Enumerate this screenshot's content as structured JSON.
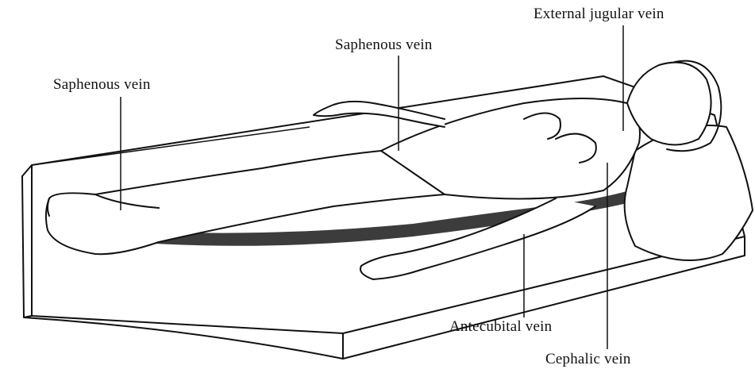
{
  "labels": {
    "external_jugular": "External jugular vein",
    "saphenous_mid": "Saphenous vein",
    "saphenous_left": "Saphenous vein",
    "antecubital": "Antecubital vein",
    "cephalic": "Cephalic vein"
  },
  "colors": {
    "ink": "#111111",
    "shadow": "#1a1a1a",
    "paper": "#ffffff"
  }
}
